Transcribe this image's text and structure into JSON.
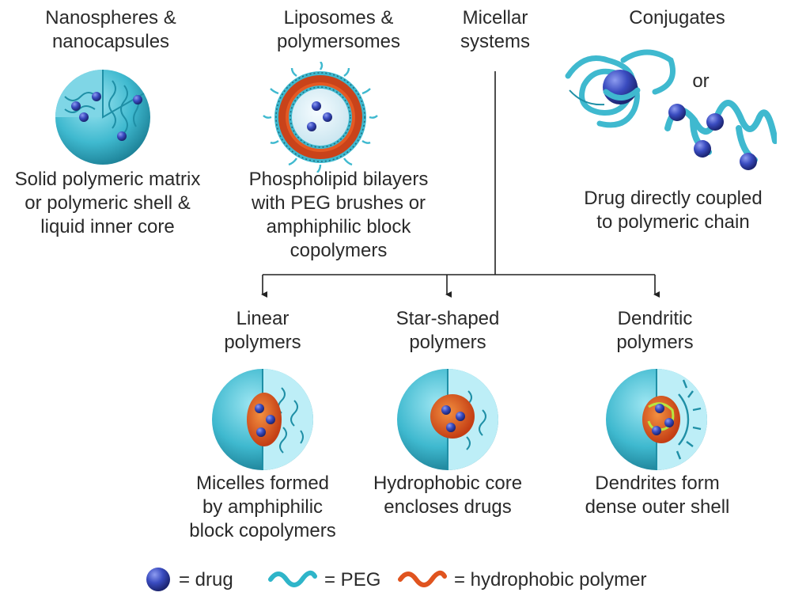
{
  "colors": {
    "shell": "#3fb9cf",
    "shell_dark": "#1f8fa6",
    "peg": "#2fb5c9",
    "drug": "#2b3a9e",
    "drug_light": "#6a7ae0",
    "core": "#d6501e",
    "core_light": "#f07a30",
    "line": "#222222"
  },
  "top": {
    "nanospheres": {
      "title": "Nanospheres &\nnanocapsules",
      "desc": "Solid polymeric matrix\nor polymeric shell &\nliquid inner core"
    },
    "liposomes": {
      "title": "Liposomes &\npolymersomes",
      "desc": "Phospholipid bilayers\nwith PEG brushes or\namphiphilic block\ncopolymers"
    },
    "micellar": {
      "title": "Micellar\nsystems"
    },
    "conjugates": {
      "title": "Conjugates",
      "or": "or",
      "desc": "Drug directly coupled\nto polymeric chain"
    }
  },
  "bottom": {
    "linear": {
      "title": "Linear\npolymers",
      "desc": "Micelles formed\nby amphiphilic\nblock copolymers"
    },
    "star": {
      "title": "Star-shaped\npolymers",
      "desc": "Hydrophobic core\nencloses drugs"
    },
    "dendritic": {
      "title": "Dendritic\npolymers",
      "desc": "Dendrites form\ndense outer shell"
    }
  },
  "legend": {
    "drug": "= drug",
    "peg": "= PEG",
    "hydrophobic": "= hydrophobic polymer"
  }
}
